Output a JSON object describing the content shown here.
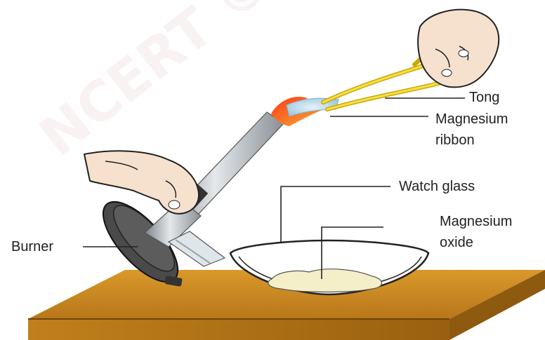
{
  "watermark": "NCERT © not to be republished",
  "labels": {
    "tong": "Tong",
    "magnesium_ribbon_line1": "Magnesium",
    "magnesium_ribbon_line2": "ribbon",
    "watch_glass": "Watch glass",
    "magnesium_oxide_line1": "Magnesium",
    "magnesium_oxide_line2": "oxide",
    "burner": "Burner"
  },
  "colors": {
    "table_top": "#c8871a",
    "table_front": "#a86a12",
    "tong": "#f2d21c",
    "flame": "#f05a1e",
    "burner_tube": "#a9aeb3",
    "skin": "#f6e1cf"
  }
}
